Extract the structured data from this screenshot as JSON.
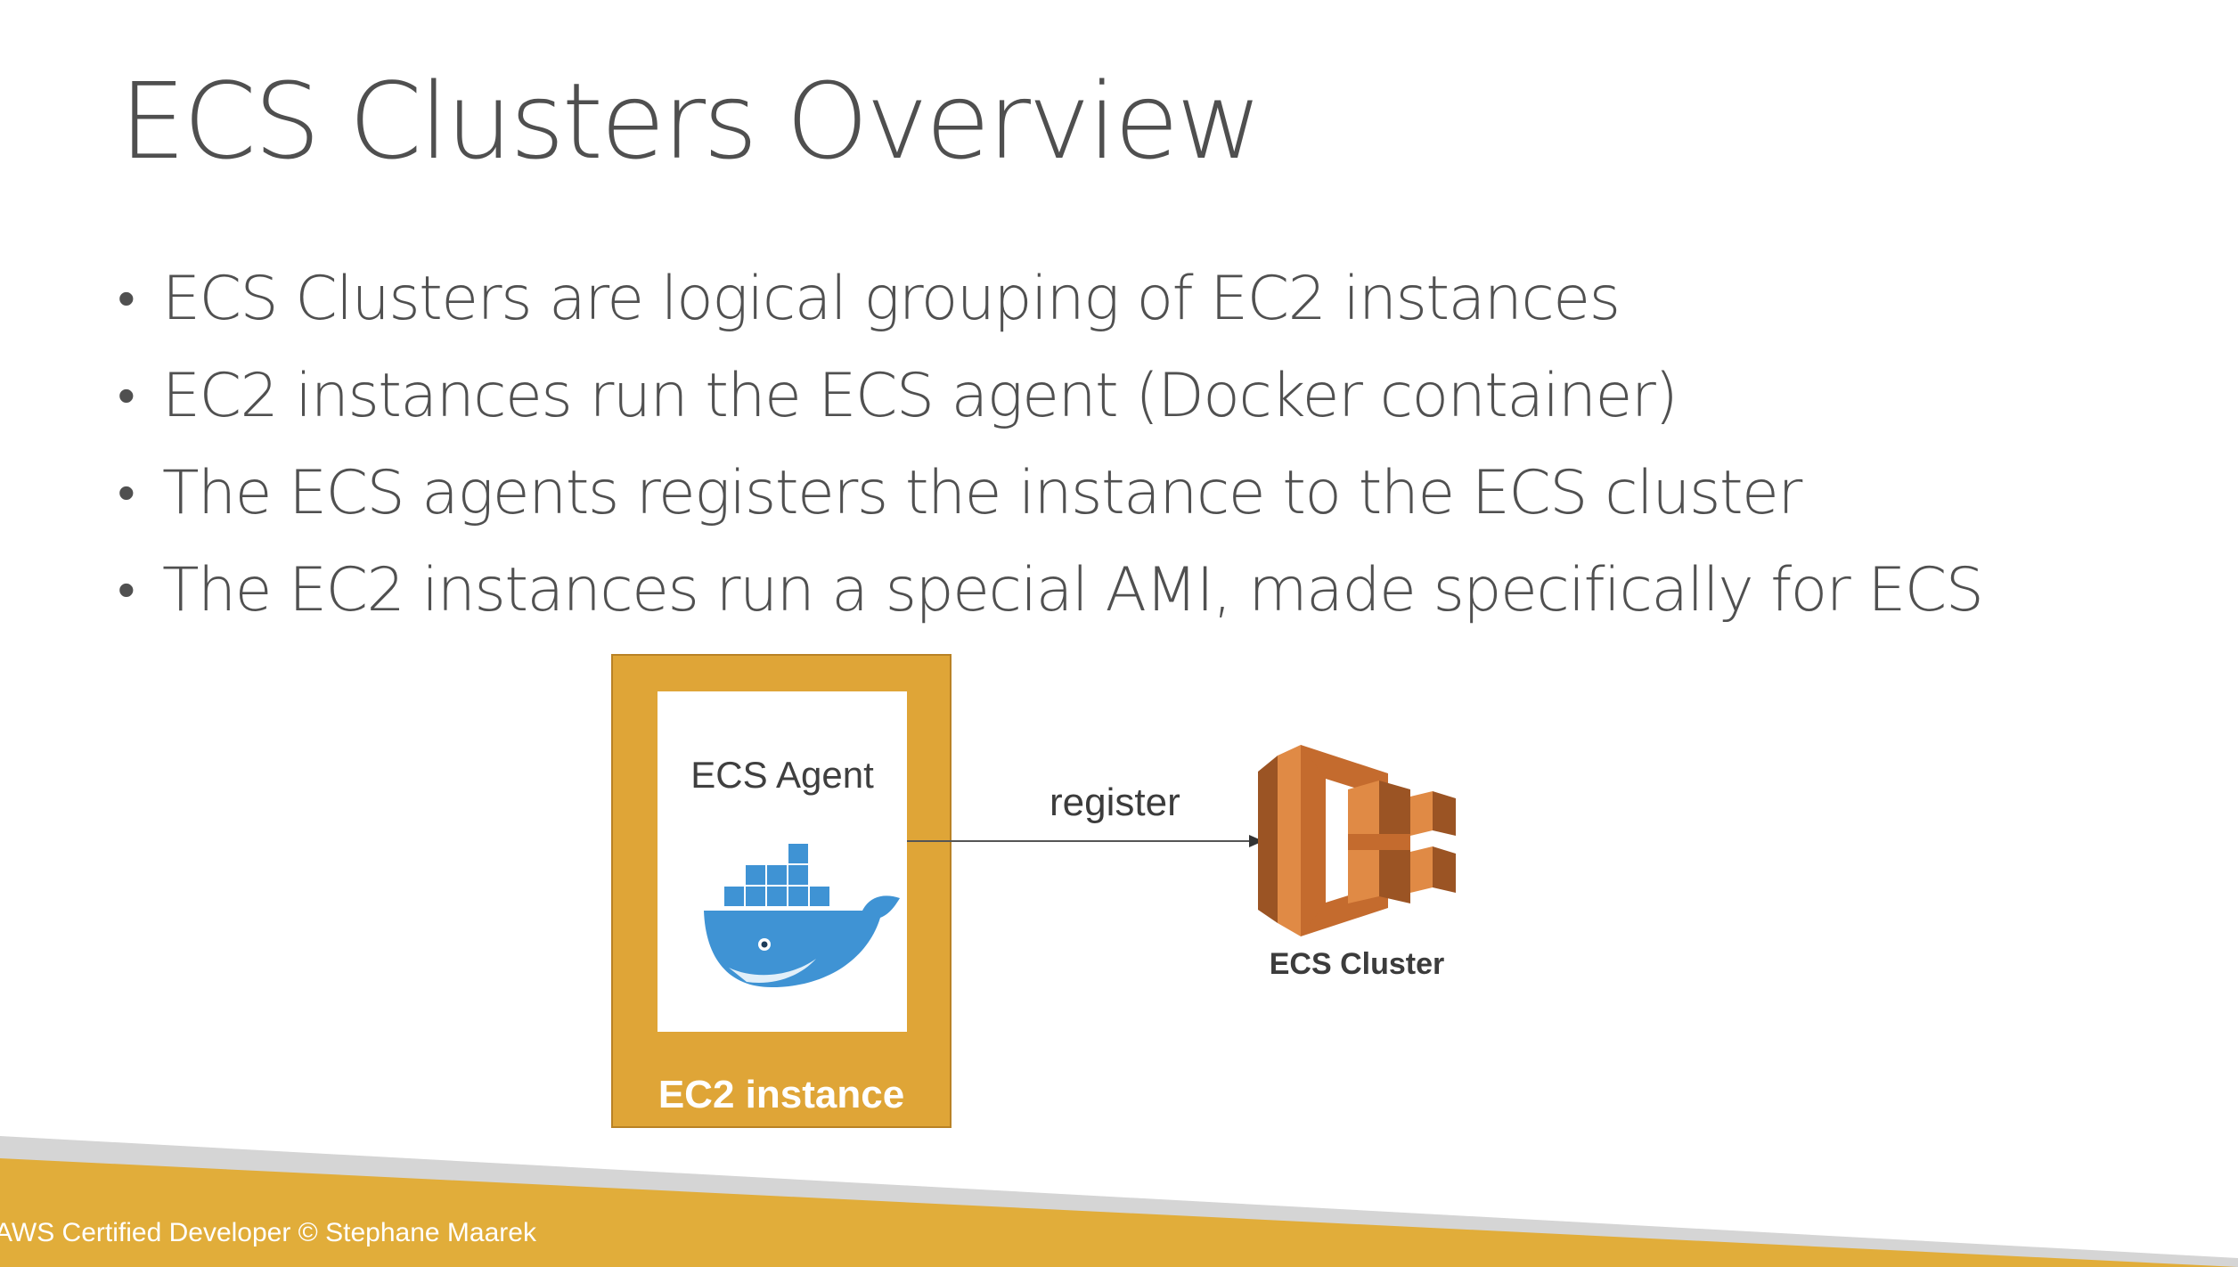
{
  "slide": {
    "title": "ECS Clusters Overview",
    "bullets": [
      "ECS Clusters are logical grouping of EC2 instances",
      "EC2 instances run the ECS agent (Docker container)",
      "The ECS agents registers the instance to the ECS cluster",
      "The EC2 instances run a special AMI, made specifically for ECS"
    ],
    "bullet_symbol": "•"
  },
  "diagram": {
    "agent_label": "ECS Agent",
    "instance_label": "EC2 instance",
    "arrow_label": "register",
    "cluster_label": "ECS Cluster",
    "icons": [
      "docker-whale-icon",
      "ecs-cluster-icon"
    ]
  },
  "footer": {
    "text": "AWS Certified Developer © Stephane Maarek"
  },
  "colors": {
    "instance_orange": "#dfa537",
    "footer_gold": "#e1ad3a",
    "footer_grey": "#d5d5d5",
    "docker_blue": "#3f93d4",
    "ecs_orange": "#e08a45"
  }
}
